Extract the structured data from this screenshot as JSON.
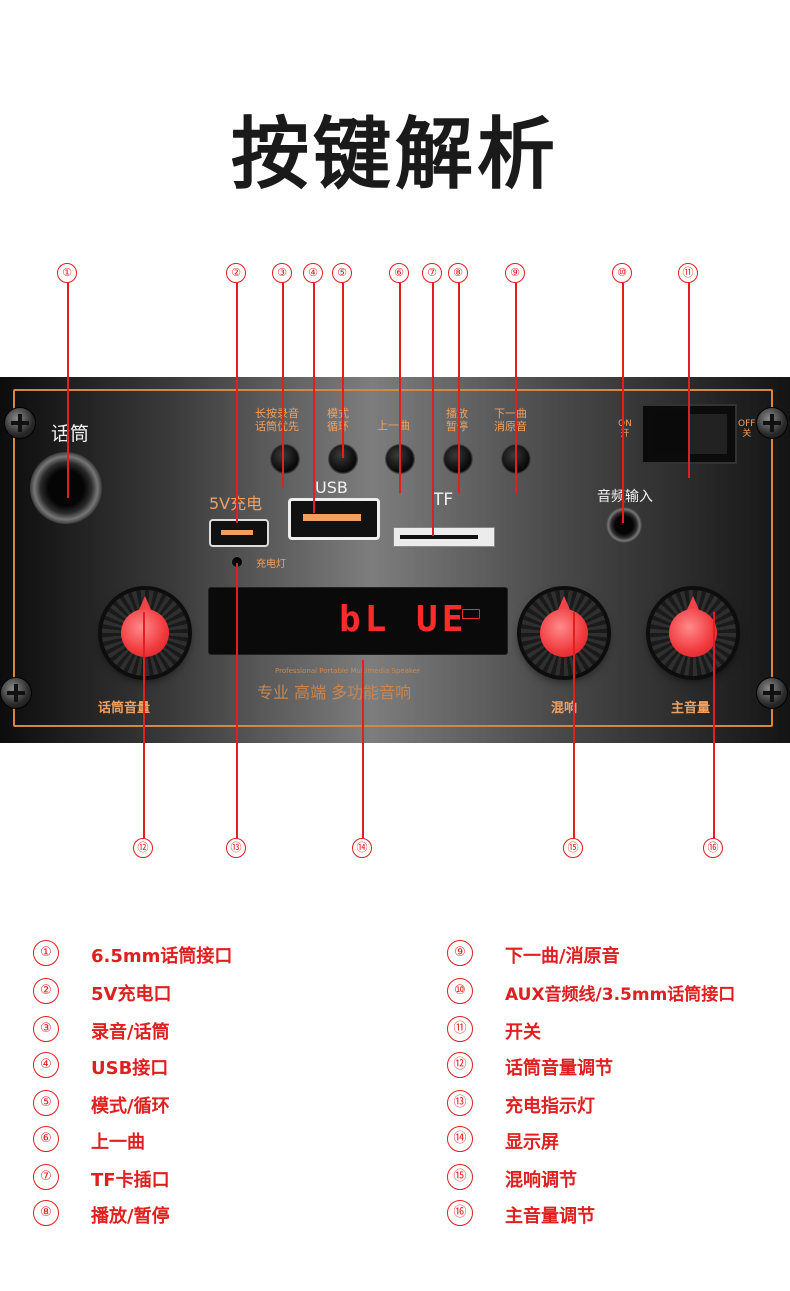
{
  "title": "按键解析",
  "callout_numbers": [
    "①",
    "②",
    "③",
    "④",
    "⑤",
    "⑥",
    "⑦",
    "⑧",
    "⑨",
    "⑩",
    "⑪",
    "⑫",
    "⑬",
    "⑭",
    "⑮",
    "⑯"
  ],
  "panel": {
    "mic_label": "话筒",
    "charge_port_label": "5V充电",
    "usb_label": "USB",
    "tf_label": "TF",
    "aux_label": "音频输入",
    "charge_light_label": "充电灯",
    "btn_record": "长按录音\n话筒优先",
    "btn_mode": "模式\n循环",
    "btn_prev": "上一曲",
    "btn_play": "播放\n暂停",
    "btn_next": "下一曲\n消原音",
    "switch_on": "ON\n开",
    "switch_off": "OFF\n关",
    "display_text": "bL UE",
    "slogan_en": "Professional Portable Multimedia Speaker",
    "slogan_cn": "专业 高端 多功能音响",
    "knob_mic": "话筒音量",
    "knob_echo": "混响",
    "knob_master": "主音量"
  },
  "legend": [
    {
      "num": "①",
      "text": "6.5mm话筒接口"
    },
    {
      "num": "②",
      "text": "5V充电口"
    },
    {
      "num": "③",
      "text": "录音/话筒"
    },
    {
      "num": "④",
      "text": "USB接口"
    },
    {
      "num": "⑤",
      "text": "模式/循环"
    },
    {
      "num": "⑥",
      "text": "上一曲"
    },
    {
      "num": "⑦",
      "text": "TF卡插口"
    },
    {
      "num": "⑧",
      "text": "播放/暂停"
    },
    {
      "num": "⑨",
      "text": "下一曲/消原音"
    },
    {
      "num": "⑩",
      "text": "AUX音频线/3.5mm话筒接口"
    },
    {
      "num": "⑪",
      "text": "开关"
    },
    {
      "num": "⑫",
      "text": "话筒音量调节"
    },
    {
      "num": "⑬",
      "text": "充电指示灯"
    },
    {
      "num": "⑭",
      "text": "显示屏"
    },
    {
      "num": "⑮",
      "text": "混响调节"
    },
    {
      "num": "⑯",
      "text": "主音量调节"
    }
  ],
  "colors": {
    "accent": "#e02020",
    "panel_label": "#f0a060",
    "knob": "#f0383c",
    "frame": "#d9853b"
  }
}
